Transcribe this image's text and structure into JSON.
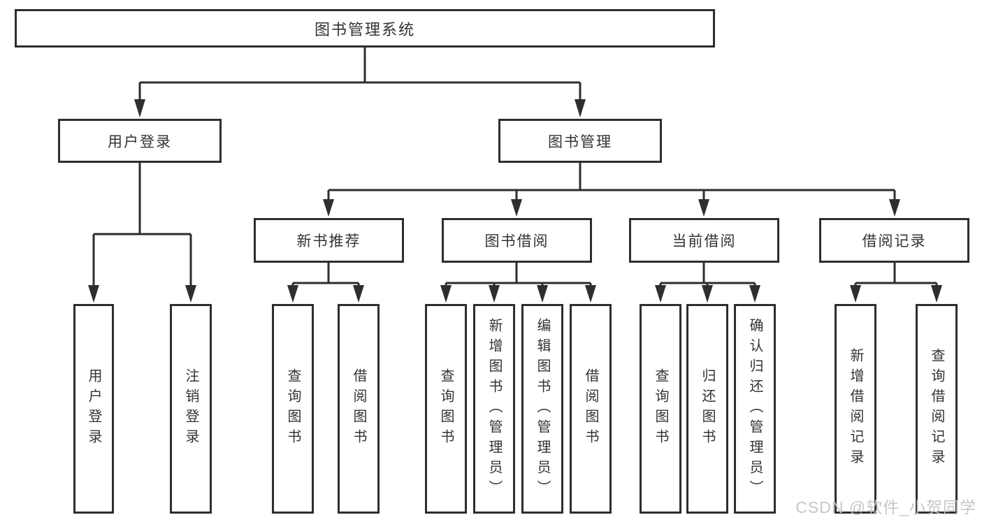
{
  "diagram": {
    "title": {
      "label": "图书管理系统"
    },
    "branches": [
      {
        "label": "用户登录",
        "children": [
          "用户登录",
          "注销登录"
        ]
      },
      {
        "label": "图书管理",
        "sections": [
          {
            "label": "新书推荐",
            "children": [
              "查询图书",
              "借阅图书"
            ]
          },
          {
            "label": "图书借阅",
            "children": [
              "查询图书",
              "新增图书（管理员）",
              "编辑图书（管理员）",
              "借阅图书"
            ]
          },
          {
            "label": "当前借阅",
            "children": [
              "查询图书",
              "归还图书",
              "确认归还（管理员）"
            ]
          },
          {
            "label": "借阅记录",
            "children": [
              "新增借阅记录",
              "查询借阅记录"
            ]
          }
        ]
      }
    ]
  },
  "watermark": {
    "text": "CSDN @软件_小贺同学"
  },
  "colors": {
    "line": "#2e2e2e",
    "box_border": "#2e2e2e",
    "text": "#333333",
    "box_background": "#ffffff",
    "page_background": "#ffffff",
    "watermark": "#c4c4c4"
  }
}
